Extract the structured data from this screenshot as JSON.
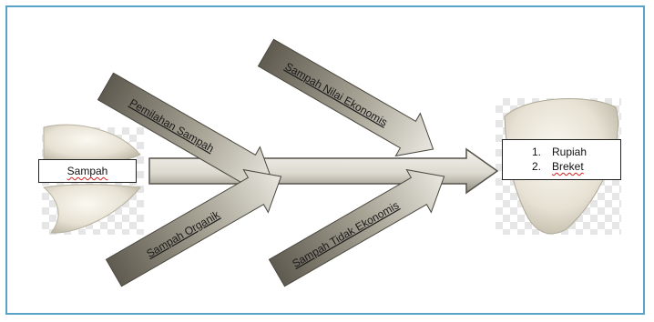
{
  "head": {
    "label": "Sampah"
  },
  "bones": [
    {
      "label": "Pemilahan Sampah"
    },
    {
      "label": "Sampah Nilai Ekonomis"
    },
    {
      "label": "Sampah Organik"
    },
    {
      "label": "Sampah Tidak Ekonomis"
    }
  ],
  "result": {
    "items": [
      {
        "number": "1.",
        "text": "Rupiah"
      },
      {
        "number": "2.",
        "text": "Breket"
      }
    ]
  },
  "colors": {
    "frame": "#5aa3c8",
    "arrow_dark": "#6e6a5e",
    "arrow_light": "#eceae2"
  }
}
